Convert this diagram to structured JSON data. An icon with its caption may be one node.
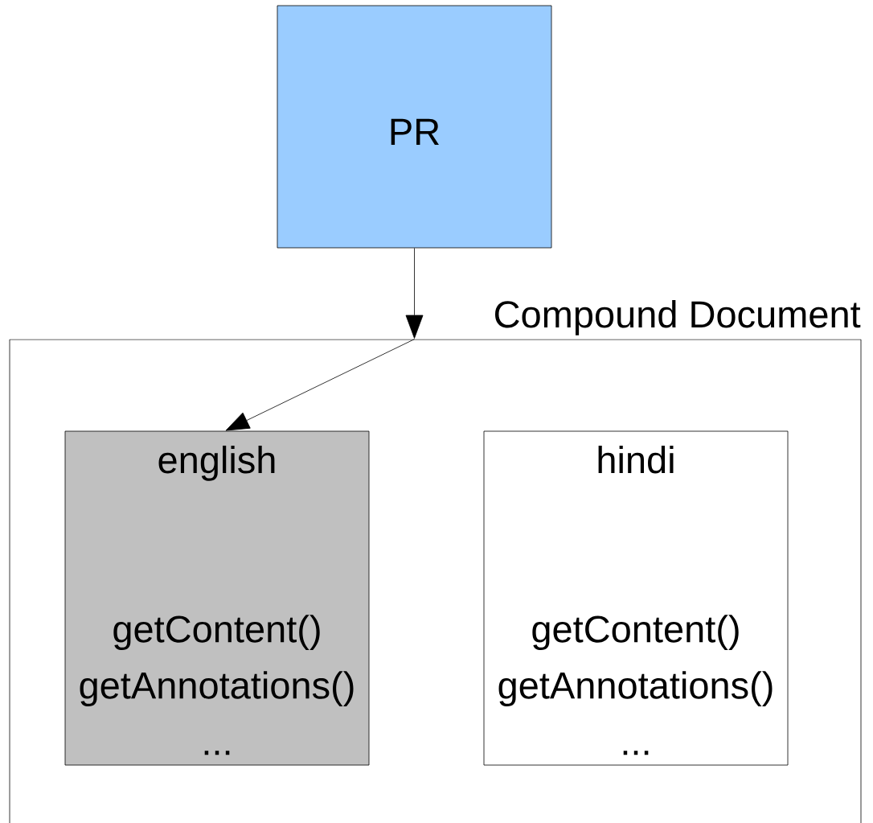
{
  "diagram": {
    "nodes": [
      {
        "text": [
          "PR"
        ]
      },
      {
        "text": [
          "Compound Document"
        ]
      },
      {
        "text": [
          "english",
          "getContent() getAnnotations() ..."
        ],
        "in": 1
      },
      {
        "text": [
          "hindi",
          "getContent() getAnnotations() ..."
        ],
        "in": 1
      }
    ],
    "edges": [
      {
        "from": 0,
        "to": 1,
        "arrow": "to"
      },
      {
        "from": 1,
        "to": 2,
        "arrow": "to"
      }
    ]
  }
}
